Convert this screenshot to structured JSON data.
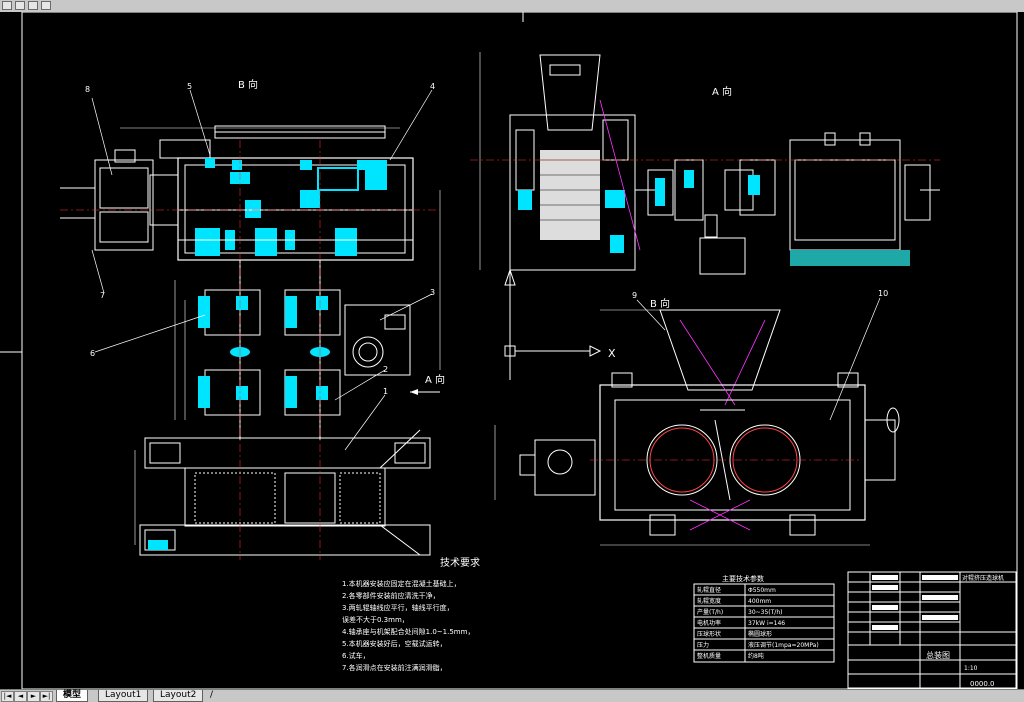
{
  "tabs": {
    "model": "模型",
    "layout1": "Layout1",
    "layout2": "Layout2",
    "separator": "/"
  },
  "drawing": {
    "view_b_left": "B 向",
    "view_a_top": "A 向",
    "view_b_right": "B 向",
    "view_a_arrow": "A 向",
    "ucs_x": "X",
    "callouts": [
      "8",
      "5",
      "4",
      "7",
      "6",
      "3",
      "2",
      "1",
      "9",
      "10"
    ],
    "tech_title": "技术要求",
    "tech_items": [
      "1.本机器安装应固定在混凝土基础上，",
      "2.各零部件安装前应清洗干净，",
      "3.两轧辊轴线应平行，轴线平行度，",
      "  误差不大于0.3mm，",
      "4.轴承座与机架配合处间隙1.0~1.5mm，",
      "5.本机器安装好后，空载试运转，",
      "6.试车，",
      "7.各润滑点在安装前注满润滑脂，"
    ],
    "params_title": "主要技术参数",
    "params_rows": [
      [
        "轧辊直径",
        "Φ550mm"
      ],
      [
        "轧辊宽度",
        "400mm"
      ],
      [
        "产量(T/h)",
        "30~35(T/h)"
      ],
      [
        "电机功率",
        "37kW  i=146"
      ],
      [
        "压球形状",
        "椭圆球形"
      ],
      [
        "压力",
        "液压调节(1mpa=20MPa)"
      ],
      [
        "整机质量",
        "约8吨"
      ]
    ],
    "title_block": {
      "header": "对辊挤压造球机",
      "drawing_name": "总装图",
      "scale": "1:10",
      "code": "0000.0"
    }
  },
  "colors": {
    "background": "#000000",
    "line": "#ffffff",
    "accent": "#00e5ff",
    "dimension": "#33cc33",
    "magenta": "#ff33ff",
    "text": "#ffffff"
  }
}
